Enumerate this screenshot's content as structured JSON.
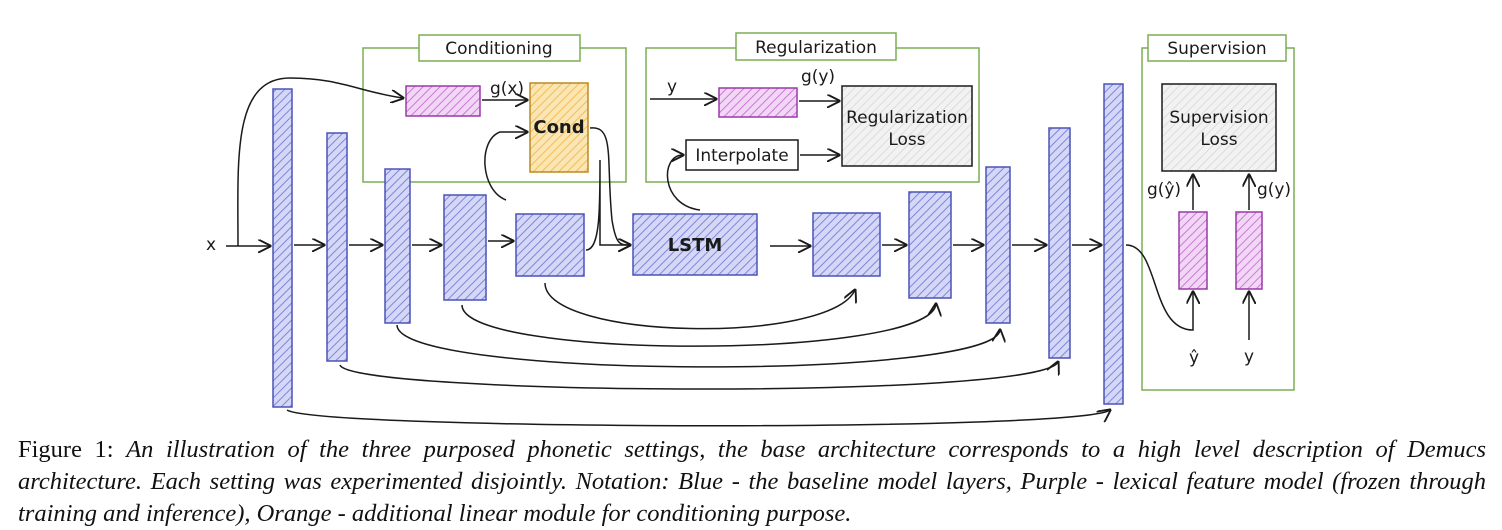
{
  "diagram": {
    "boxes": {
      "conditioning_title": "Conditioning",
      "regularization_title": "Regularization",
      "supervision_title": "Supervision",
      "cond": "Cond",
      "lstm": "LSTM",
      "interpolate": "Interpolate",
      "reg_loss_line1": "Regularization",
      "reg_loss_line2": "Loss",
      "sup_loss_line1": "Supervision",
      "sup_loss_line2": "Loss"
    },
    "labels": {
      "x_input": "x",
      "gx": "g(x)",
      "y_reg": "y",
      "gy_reg": "g(y)",
      "gyhat_sup": "g(ŷ)",
      "gy_sup": "g(y)",
      "yhat_bottom": "ŷ",
      "y_bottom": "y"
    },
    "colors": {
      "blue_fill": "#b3b8ee",
      "blue_stroke": "#4b53b8",
      "purple_fill": "#e8b8ee",
      "purple_stroke": "#9a3aa8",
      "orange_fill": "#f7d58e",
      "orange_stroke": "#b98a22",
      "green_border": "#7aad55",
      "gray_fill": "#ededed"
    }
  },
  "caption": {
    "figure_label": "Figure 1:",
    "text": "An illustration of the three purposed phonetic settings, the base architecture corresponds to a high level description of Demucs architecture. Each setting was experimented disjointly. Notation: Blue - the baseline model layers, Purple - lexical feature model (frozen through training and inference), Orange - additional linear module for conditioning purpose."
  }
}
